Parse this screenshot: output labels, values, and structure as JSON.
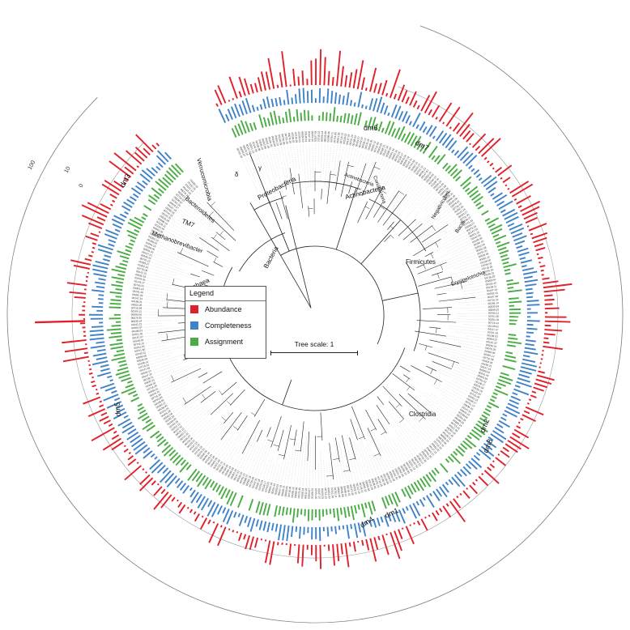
{
  "figure": {
    "colors": {
      "abundance": "#e0202a",
      "completeness": "#3f82c8",
      "assignment": "#4aac44",
      "branch": "#222222",
      "guide": "#c0c0c0"
    },
    "scale_axis": {
      "ticks": [
        "0",
        "10",
        "100"
      ]
    },
    "tree_scale_label": "Tree scale: 1",
    "legend": {
      "title": "Legend",
      "items": [
        {
          "label": "Abundance",
          "color": "#e0202a"
        },
        {
          "label": "Completeness",
          "color": "#3f82c8"
        },
        {
          "label": "Assignment",
          "color": "#4aac44"
        }
      ]
    },
    "clades": {
      "bacteria": "Bacteria",
      "archaea": "Archaea",
      "methanobrevibacter": "Methanobrevibacter",
      "tm7": "TM7",
      "bacteroidetes": "Bacteroidetes",
      "verrucomicrobia": "Verrucomicrobia",
      "proteobacteria": "Proteobacteria",
      "delta": "δ",
      "gamma": "γ",
      "actinobacteria_phylum": "Actinobacteria",
      "actinobacteria_class": "Actinobacteria",
      "coriobacteria": "Coriobacteria",
      "firmicutes": "Firmicutes",
      "negativicutes": "Negativicutes",
      "bacilli": "Bacilli",
      "erysipelotrichia": "Erysipelotrichia",
      "clostridia": "Clostridia"
    },
    "dm_labels": [
      "dm1",
      "dm2",
      "dm3",
      "dm4",
      "dm5",
      "dm6",
      "dm7",
      "dm8"
    ],
    "leaf_labels": [
      "00715.33",
      "00063.07",
      "00076.10",
      "00147.52",
      "00201.13",
      "00142.05",
      "00168.09",
      "00280.10",
      "00262.06",
      "00201.28",
      "00151.01",
      "00536.09",
      "00063.12",
      "00128.09",
      "00765.09",
      "00715.26",
      "00076.20",
      "00536.01",
      "00716.29",
      "00265.04",
      "00535.10",
      "00128.11",
      "00147.24",
      "00003.10",
      "00147.49",
      "00716.32",
      "00198.14",
      "00535.09",
      "00099.05",
      "00760.11",
      "00701.60",
      "00201.03",
      "00716.13",
      "00128.02",
      "00147.07",
      "00701.20",
      "00198.03",
      "00264.07",
      "00142.22",
      "00536.14",
      "00076.25",
      "00099.09",
      "00265.12",
      "00716.09",
      "00003.05",
      "00168.21",
      "00147.34",
      "00280.03",
      "00201.44",
      "00063.19",
      "00763.22",
      "00128.17",
      "00076.04",
      "00535.18",
      "00142.31",
      "00715.08",
      "00262.15",
      "00099.27",
      "00701.12",
      "00536.22",
      "00147.61",
      "00003.33",
      "00198.09",
      "00264.19",
      "00168.05",
      "00280.14",
      "00715.41",
      "00201.09",
      "00063.28",
      "00142.40",
      "00128.21",
      "00099.16",
      "00535.06",
      "00076.31",
      "00716.18",
      "00262.02",
      "00147.15",
      "00003.27",
      "00701.35",
      "00536.07"
    ]
  }
}
